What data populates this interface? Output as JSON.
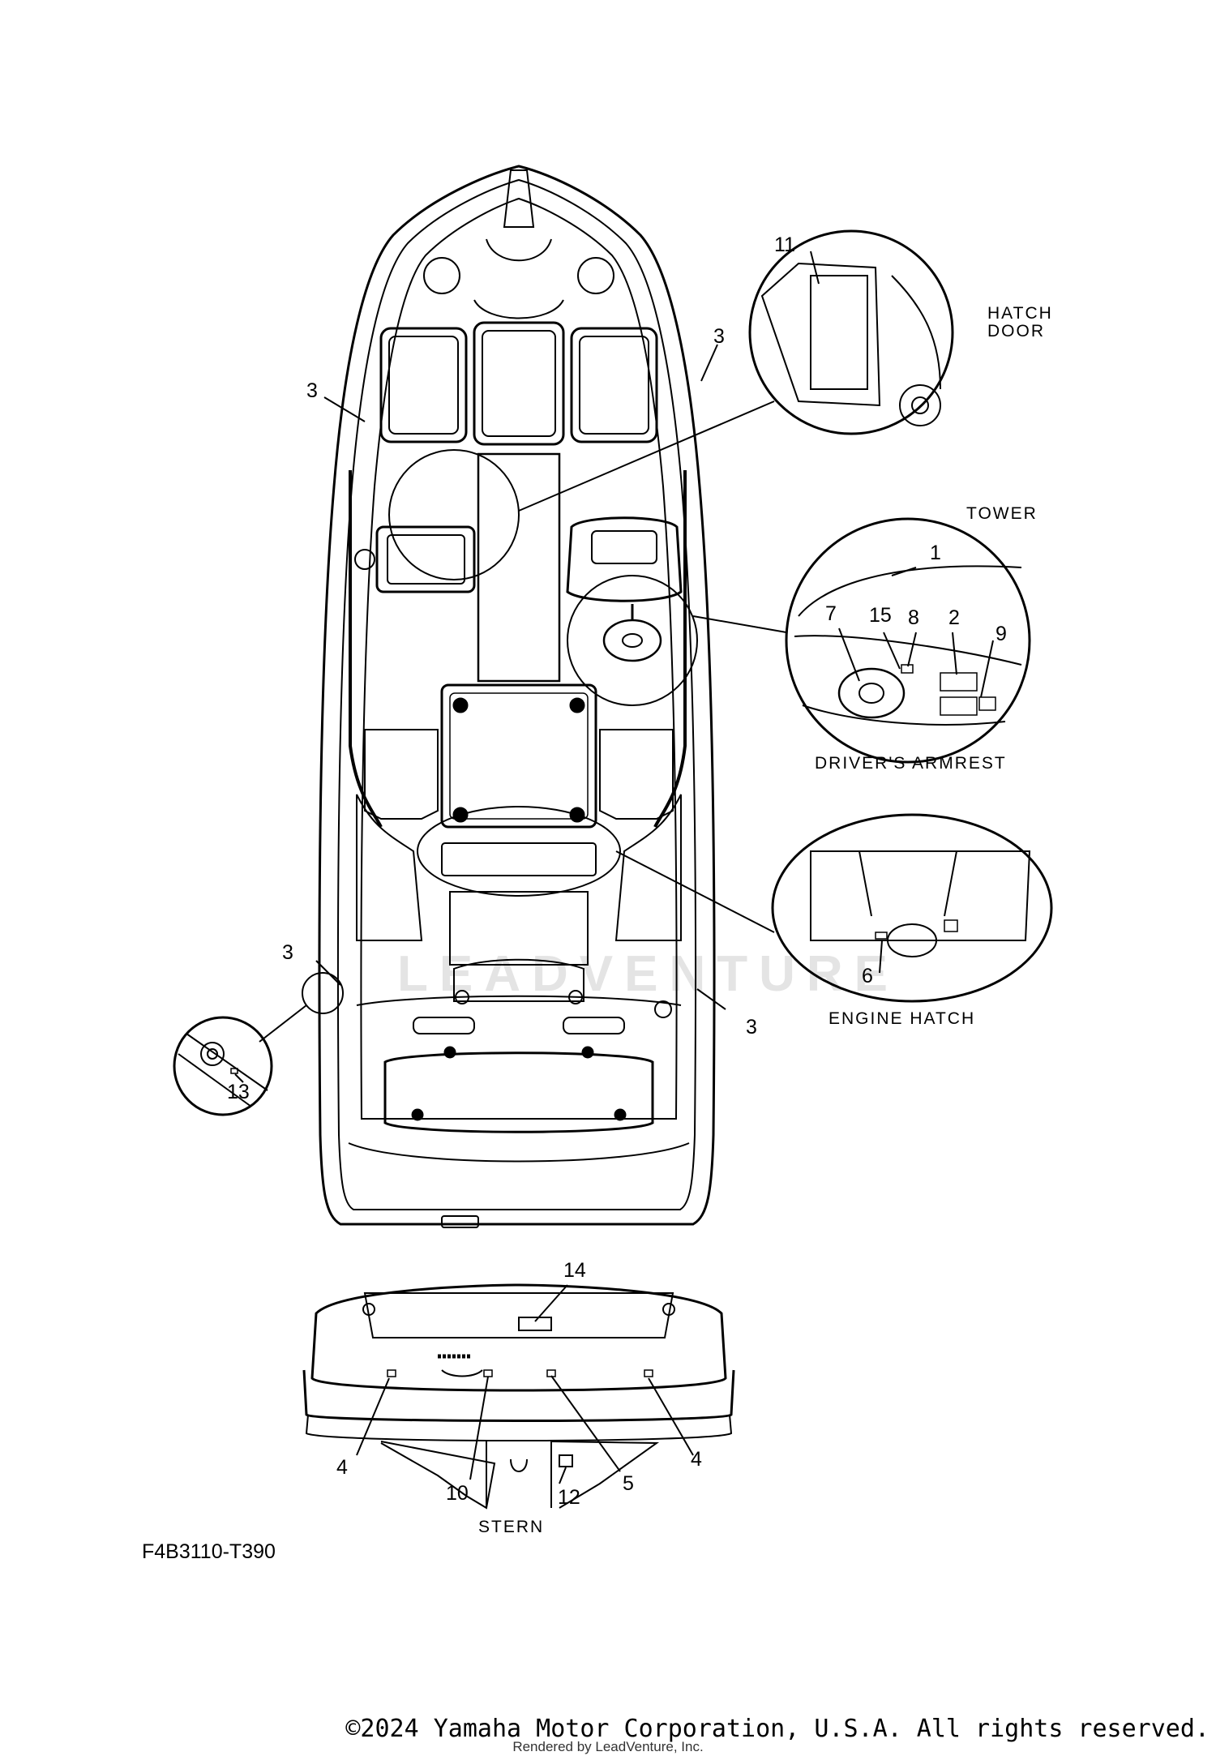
{
  "diagram": {
    "reference_code": "F4B3110-T390",
    "watermark": "LEADVENTURE",
    "copyright": "©2024 Yamaha Motor Corporation, U.S.A. All rights reserved.",
    "rendered_by": "Rendered by LeadVenture, Inc.",
    "callouts": {
      "hatch_door": "HATCH\nDOOR",
      "tower": "TOWER",
      "drivers_armrest": "DRIVER'S ARMREST",
      "engine_hatch": "ENGINE HATCH",
      "stern": "STERN"
    },
    "part_numbers": {
      "p1": "1",
      "p2": "2",
      "p3a": "3",
      "p3b": "3",
      "p3c": "3",
      "p3d": "3",
      "p4a": "4",
      "p4b": "4",
      "p5": "5",
      "p6": "6",
      "p7": "7",
      "p8": "8",
      "p9": "9",
      "p10": "10",
      "p11": "11",
      "p12": "12",
      "p13": "13",
      "p14": "14",
      "p15": "15"
    }
  }
}
